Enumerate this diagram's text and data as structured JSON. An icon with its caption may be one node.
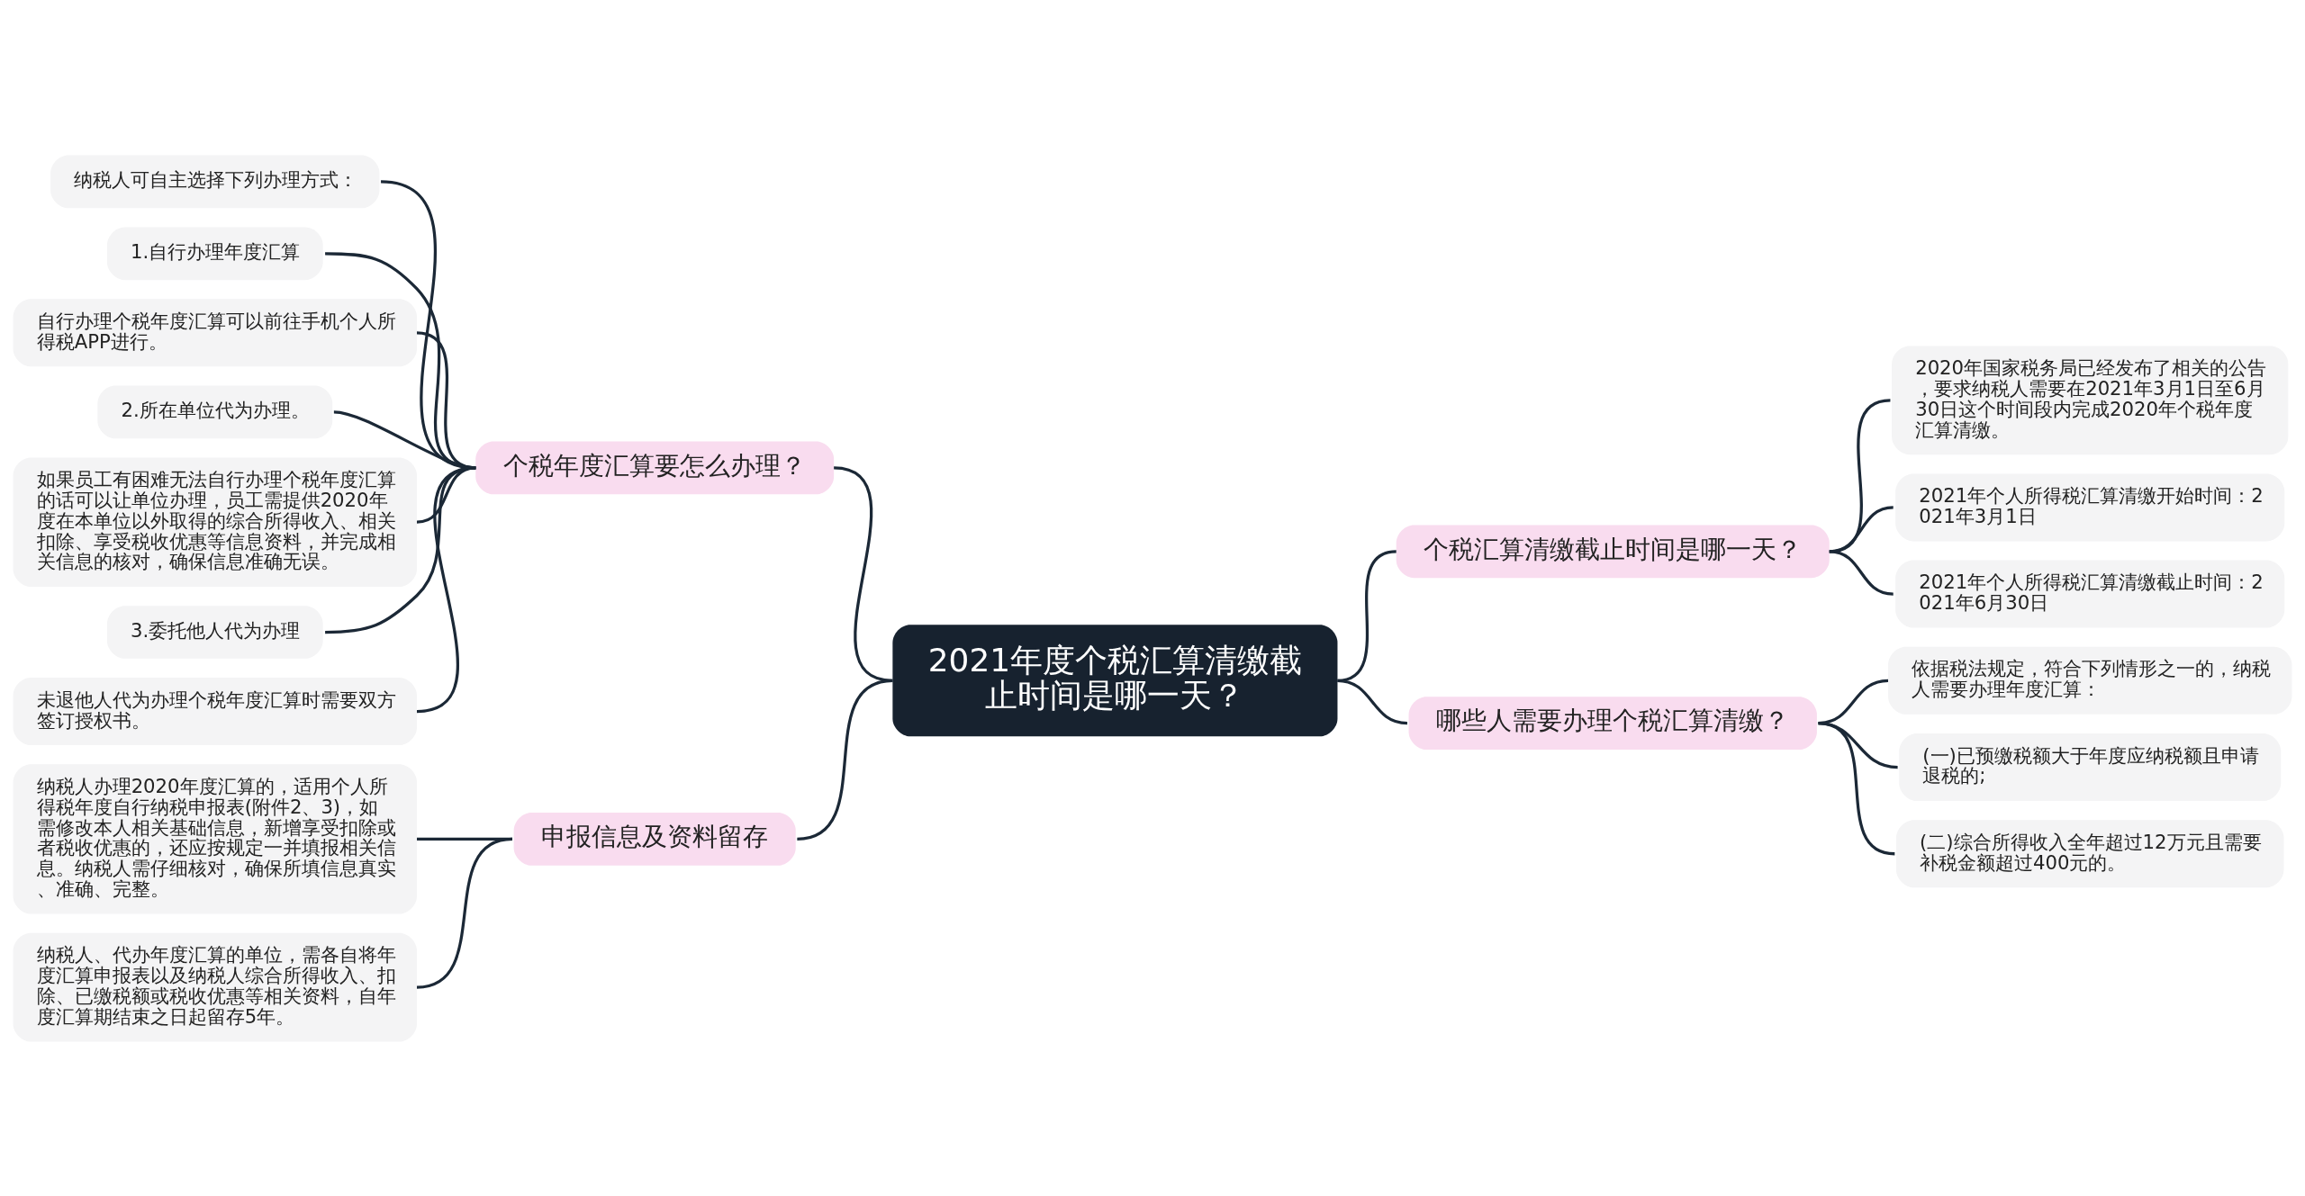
{
  "diagram": {
    "nodes": [
      {
        "text": [
          "2021年度个税汇算清缴截止时间是哪一天？"
        ]
      },
      {
        "text": [
          "个税年度汇算要怎么办理？"
        ]
      },
      {
        "text": [
          "纳税人可自主选择下列办理方式："
        ]
      },
      {
        "text": [
          "1.自行办理年度汇算"
        ]
      },
      {
        "text": [
          "自行办理个税年度汇算可以前往手机个人所得税APP进行。"
        ]
      },
      {
        "text": [
          "2.所在单位代为办理。"
        ]
      },
      {
        "text": [
          "如果员工有困难无法自行办理个税年度汇算的话可以让单位办理，员工需提供2020年度在本单位以外取得的综合所得收入、相关扣除、享受税收优惠等信息资料，并完成相关信息的核对，确保信息准确无误。"
        ]
      },
      {
        "text": [
          "3.委托他人代为办理"
        ]
      },
      {
        "text": [
          "未退他人代为办理个税年度汇算时需要双方签订授权书。"
        ]
      },
      {
        "text": [
          "个税汇算清缴截止时间是哪一天？"
        ]
      },
      {
        "text": [
          "2020年国家税务局已经发布了相关的公告，要求纳税人需要在2021年3月1日至6月30日这个时间段内完成2020年个税年度汇算清缴。"
        ]
      },
      {
        "text": [
          "2021年个人所得税汇算清缴开始时间：2021年3月1日"
        ]
      },
      {
        "text": [
          "2021年个人所得税汇算清缴截止时间：2021年6月30日"
        ]
      },
      {
        "text": [
          "哪些人需要办理个税汇算清缴？"
        ]
      },
      {
        "text": [
          "依据税法规定，符合下列情形之一的，纳税人需要办理年度汇算："
        ]
      },
      {
        "text": [
          "(一)已预缴税额大于年度应纳税额且申请退税的;"
        ]
      },
      {
        "text": [
          "(二)综合所得收入全年超过12万元且需要补税金额超过400元的。"
        ]
      },
      {
        "text": [
          "申报信息及资料留存"
        ]
      },
      {
        "text": [
          "纳税人办理2020年度汇算的，适用个人所得税年度自行纳税申报表(附件2、3)，如需修改本人相关基础信息，新增享受扣除或者税收优惠的，还应按规定一并填报相关信息。纳税人需仔细核对，确保所填信息真实、准确、完整。"
        ]
      },
      {
        "text": [
          "纳税人、代办年度汇算的单位，需各自将年度汇算申报表以及纳税人综合所得收入、扣除、已缴税额或税收优惠等相关资料，自年度汇算期结束之日起留存5年。"
        ]
      }
    ],
    "edges": [
      {
        "from": 0,
        "to": 1,
        "arrow": "none"
      },
      {
        "from": 1,
        "to": 2,
        "arrow": "none"
      },
      {
        "from": 1,
        "to": 3,
        "arrow": "none"
      },
      {
        "from": 1,
        "to": 4,
        "arrow": "none"
      },
      {
        "from": 1,
        "to": 5,
        "arrow": "none"
      },
      {
        "from": 1,
        "to": 6,
        "arrow": "none"
      },
      {
        "from": 1,
        "to": 7,
        "arrow": "none"
      },
      {
        "from": 1,
        "to": 8,
        "arrow": "none"
      },
      {
        "from": 0,
        "to": 9,
        "arrow": "none"
      },
      {
        "from": 9,
        "to": 10,
        "arrow": "none"
      },
      {
        "from": 9,
        "to": 11,
        "arrow": "none"
      },
      {
        "from": 9,
        "to": 12,
        "arrow": "none"
      },
      {
        "from": 0,
        "to": 13,
        "arrow": "none"
      },
      {
        "from": 13,
        "to": 14,
        "arrow": "none"
      },
      {
        "from": 13,
        "to": 15,
        "arrow": "none"
      },
      {
        "from": 13,
        "to": 16,
        "arrow": "none"
      },
      {
        "from": 0,
        "to": 17,
        "arrow": "none"
      },
      {
        "from": 17,
        "to": 18,
        "arrow": "none"
      },
      {
        "from": 17,
        "to": 19,
        "arrow": "none"
      }
    ]
  }
}
